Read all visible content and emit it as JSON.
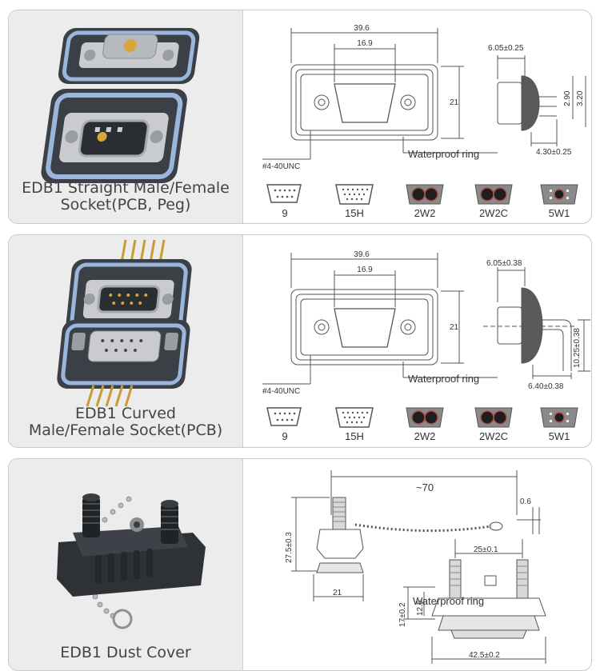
{
  "panels": [
    {
      "caption_line1": "EDB1 Straight Male/Female",
      "caption_line2": "Socket(PCB, Peg)",
      "dims": {
        "width": "39.6",
        "inner": "16.9",
        "height": "21",
        "thread": "#4-40UNC",
        "ring": "Waterproof ring",
        "side_top": "6.05±0.25",
        "side_bottom": "4.30±0.25",
        "side_a": "2.90",
        "side_b": "3.20"
      },
      "variants": [
        "9",
        "15H",
        "2W2",
        "2W2C",
        "5W1"
      ]
    },
    {
      "caption_line1": "EDB1 Curved",
      "caption_line2": "Male/Female Socket(PCB)",
      "dims": {
        "width": "39.6",
        "inner": "16.9",
        "height": "21",
        "thread": "#4-40UNC",
        "ring": "Waterproof ring",
        "side_top": "6.05±0.38",
        "side_bottom": "6.40±0.38",
        "side_a": "10.25±0.38"
      },
      "variants": [
        "9",
        "15H",
        "2W2",
        "2W2C",
        "5W1"
      ]
    },
    {
      "caption": "EDB1 Dust Cover",
      "dims": {
        "chain": "~70",
        "wire": "0.6",
        "height": "27.5±0.3",
        "base": "21",
        "pitch": "25±0.1",
        "ring": "Waterproof ring",
        "h2": "17±0.2",
        "h3": "12.5",
        "width": "42.5±0.2"
      }
    }
  ],
  "colors": {
    "seal": "#9bb6dd",
    "body": "#3b4047",
    "metal": "#c9cbcf",
    "pin": "#d7a73a"
  }
}
